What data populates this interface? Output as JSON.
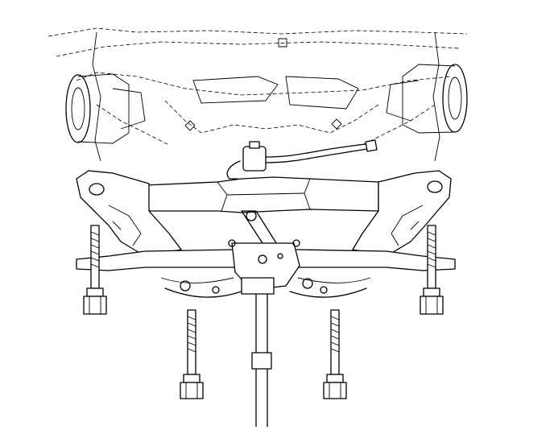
{
  "figure": {
    "type": "line-drawing",
    "components": [
      "vehicle-underbody",
      "front-suspension-subframe",
      "steering-gear",
      "steering-intermediate-shaft",
      "subframe-mounting-bolts"
    ],
    "bolt_count": 4,
    "colors": {
      "line": "#000000",
      "background": "#ffffff"
    }
  }
}
